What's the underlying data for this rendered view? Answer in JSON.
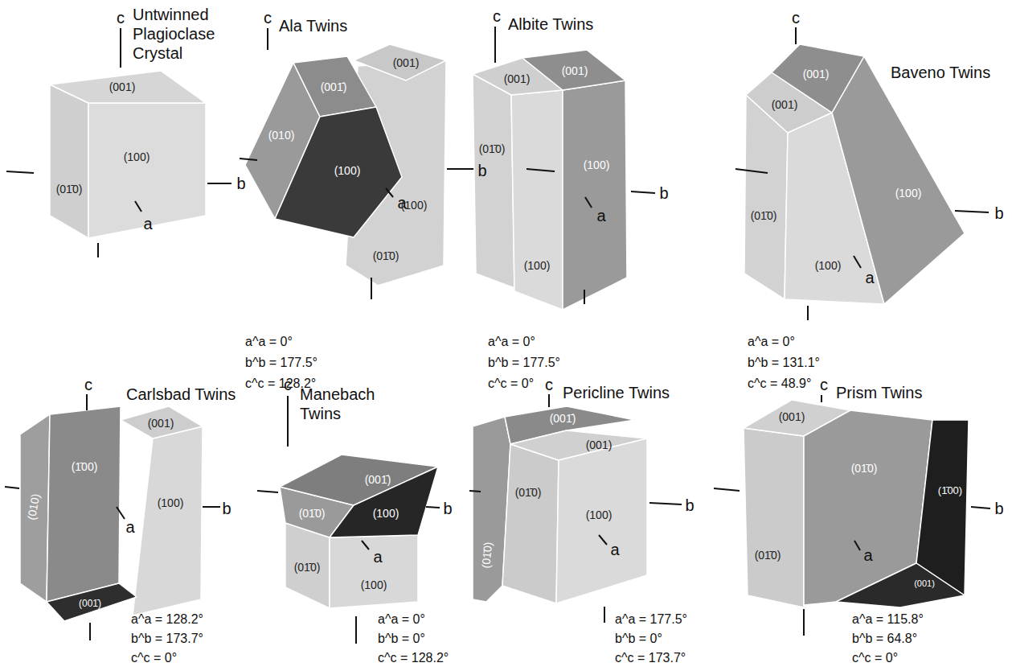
{
  "diagram": {
    "labels": [
      "Untwinned Plagioclase Crystal",
      "c",
      "(001)",
      "(01̄0)",
      "(100)",
      "a",
      "b",
      "Ala Twins",
      "c",
      "(001̄)",
      "(001)",
      "(010)",
      "(100)",
      "a",
      "(01̄0)",
      "(100)",
      "b",
      "a^a = 0°",
      "b^b = 177.5°",
      "c^c = 128.2°",
      "Albite Twins",
      "c",
      "(001)",
      "(001)",
      "(01̄0)",
      "(100)",
      "(100)",
      "a",
      "b",
      "a^a = 0°",
      "b^b = 177.5°",
      "c^c = 0°",
      "c",
      "Baveno Twins",
      "(001)",
      "(001)",
      "(01̄0)",
      "(100)",
      "(100)",
      "a",
      "b",
      "a^a = 0°",
      "b^b = 131.1°",
      "c^c = 48.9°",
      "c",
      "Carlsbad Twins",
      "(001)",
      "(1̄00)",
      "(100)",
      "(010)",
      "a",
      "b",
      "(001̄)",
      "a^a = 128.2°",
      "b^b = 173.7°",
      "c^c = 0°",
      "c",
      "Manebach Twins",
      "(01̄0)",
      "(001̄)",
      "(100)",
      "(01̄0)",
      "(100)",
      "a",
      "b",
      "a^a = 0°",
      "b^b = 0°",
      "c^c = 128.2°",
      "c",
      "Pericline Twins",
      "(001̄)",
      "(001)",
      "(01̄0)",
      "(100)",
      "(01̄0)",
      "a",
      "b",
      "a^a = 177.5°",
      "b^b = 0°",
      "c^c = 173.7°",
      "c",
      "Prism Twins",
      "(001)",
      "(01̄0)",
      "(1̄00)",
      "(01̄0)",
      "a",
      "(001)",
      "b",
      "a^a = 115.8°",
      "b^b = 64.8°",
      "c^c = 0°"
    ]
  }
}
